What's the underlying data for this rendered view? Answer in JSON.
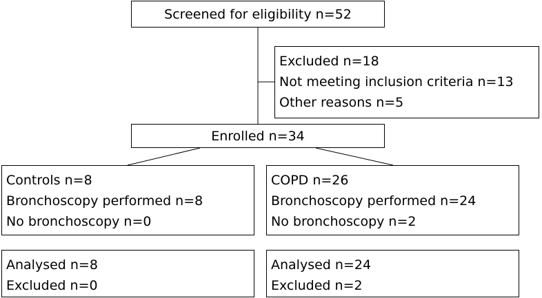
{
  "screened": {
    "label": "Screened for eligibility n=52"
  },
  "excluded": {
    "lines": [
      "Excluded n=18",
      "Not meeting inclusion criteria n=13",
      "Other reasons n=5"
    ]
  },
  "enrolled": {
    "label": "Enrolled n=34"
  },
  "controls": {
    "lines": [
      "Controls n=8",
      "Bronchoscopy performed n=8",
      "No bronchoscopy n=0"
    ]
  },
  "copd": {
    "lines": [
      "COPD n=26",
      "Bronchoscopy performed n=24",
      "No bronchoscopy n=2"
    ]
  },
  "controls_analysis": {
    "lines": [
      "Analysed n=8",
      "Excluded n=0"
    ]
  },
  "copd_analysis": {
    "lines": [
      "Analysed n=24",
      "Excluded n=2"
    ]
  }
}
